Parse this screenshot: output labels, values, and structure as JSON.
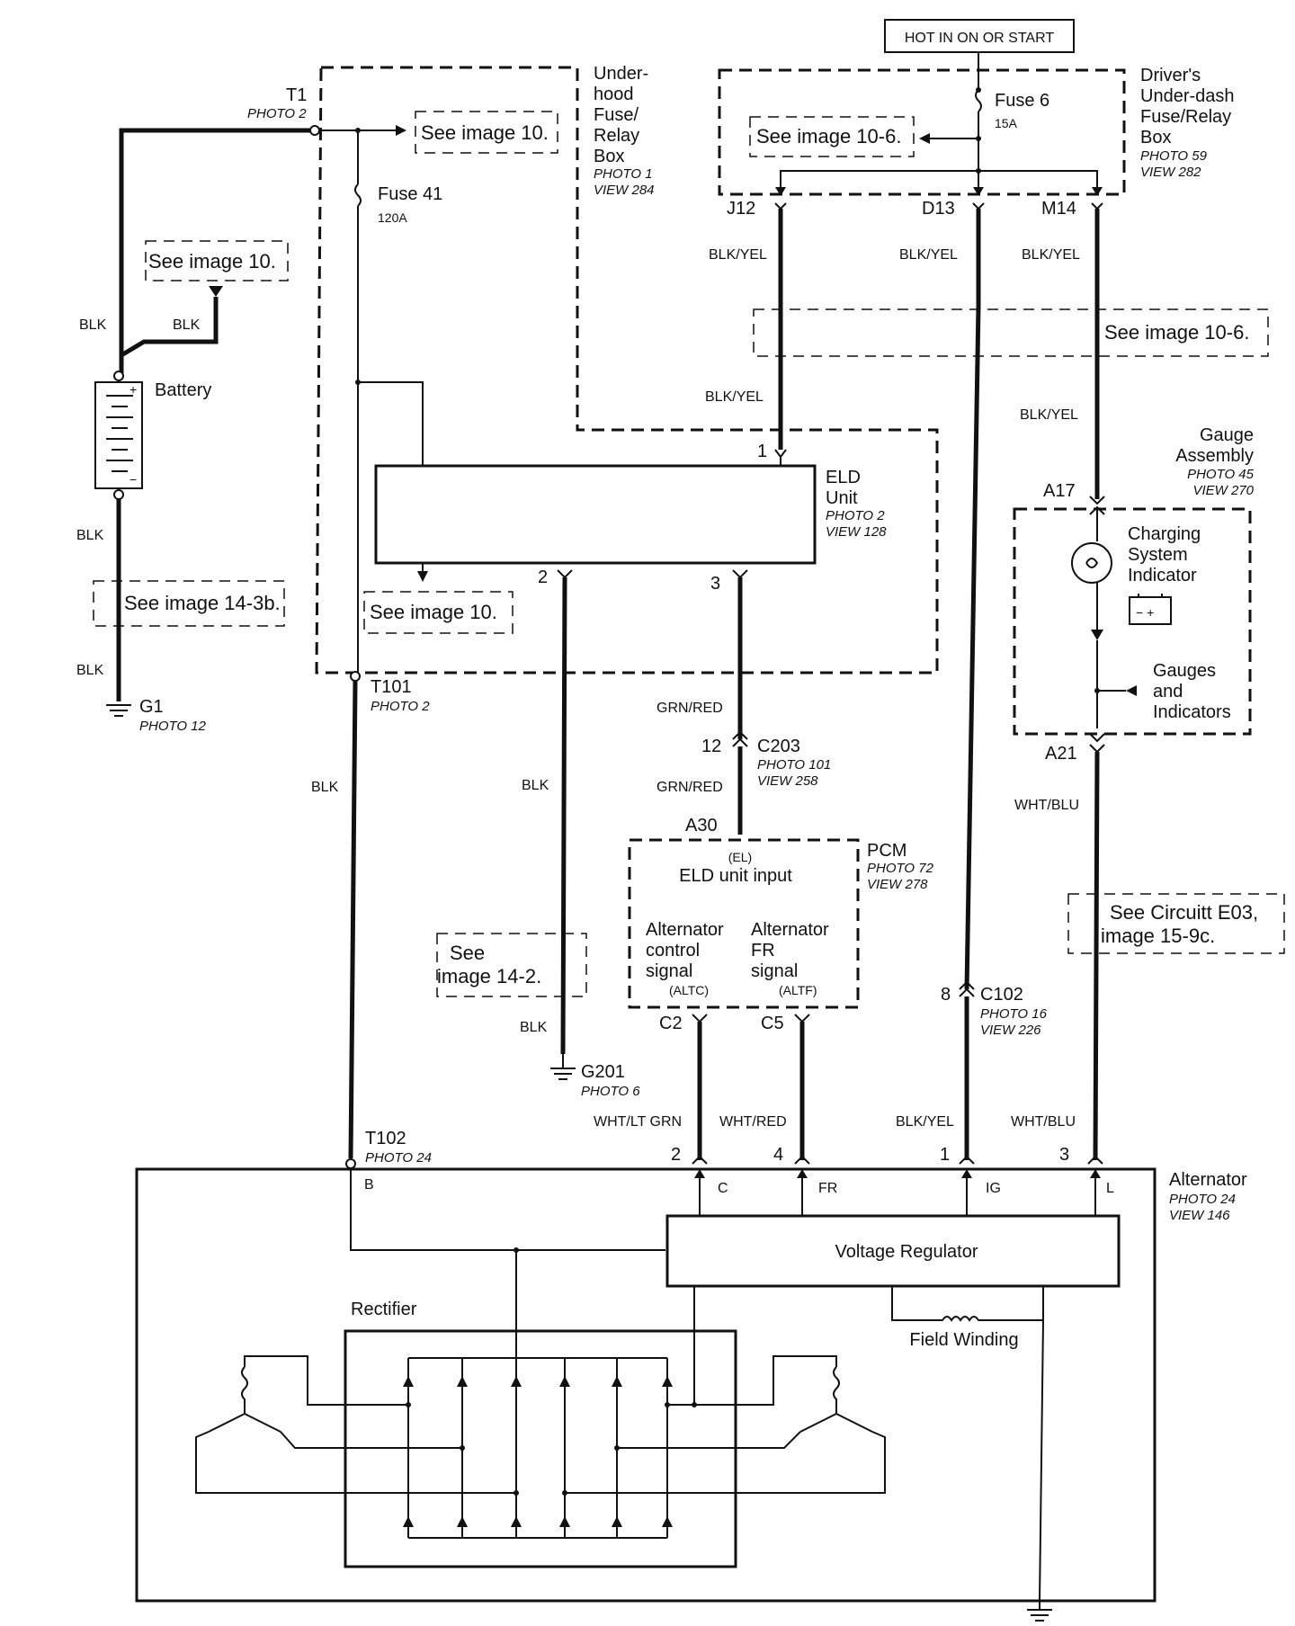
{
  "hot_label": "HOT IN ON OR START",
  "t1": {
    "id": "T1",
    "photo": "PHOTO 2"
  },
  "underhood_box": {
    "lines": [
      "Under-",
      "hood",
      "Fuse/",
      "Relay",
      "Box"
    ],
    "photo": "PHOTO 1",
    "view": "VIEW 284"
  },
  "fuse41": {
    "name": "Fuse 41",
    "rating": "120A"
  },
  "driver_box": {
    "lines": [
      "Driver's",
      "Under-dash",
      "Fuse/Relay",
      "Box"
    ],
    "photo": "PHOTO 59",
    "view": "VIEW 282"
  },
  "fuse6": {
    "name": "Fuse 6",
    "rating": "15A"
  },
  "refs": {
    "t1_arrow": "See image 10.",
    "battery": "See image 10.",
    "fuse_box": "See image 10-6.",
    "ground_g1": "See image 14-3b.",
    "eld": "See image 10.",
    "mid": "See image 10-6.",
    "g201_a": "See",
    "g201_b": "image 14-2.",
    "e03_a": "See Circuitt E03,",
    "e03_b": "image 15-9c."
  },
  "battery_label": "Battery",
  "g1": {
    "id": "G1",
    "photo": "PHOTO 12"
  },
  "wires": {
    "blk": "BLK",
    "blk_yel": "BLK/YEL",
    "grn_red": "GRN/RED",
    "wht_blu": "WHT/BLU",
    "wht_lt_grn": "WHT/LT GRN",
    "wht_red": "WHT/RED"
  },
  "pins": {
    "j12": "J12",
    "d13": "D13",
    "m14": "M14",
    "eld1": "1",
    "eld2": "2",
    "eld3": "3",
    "c203_pin": "12",
    "a30": "A30",
    "a17": "A17",
    "a21": "A21",
    "c2": "C2",
    "c5": "C5",
    "c102_pin": "8",
    "alt2": "2",
    "alt4": "4",
    "alt1": "1",
    "alt3": "3"
  },
  "eld": {
    "lines": [
      "ELD",
      "Unit"
    ],
    "photo": "PHOTO 2",
    "view": "VIEW 128"
  },
  "t101": {
    "id": "T101",
    "photo": "PHOTO 2"
  },
  "t102": {
    "id": "T102",
    "photo": "PHOTO 24"
  },
  "gauge": {
    "lines": [
      "Gauge",
      "Assembly"
    ],
    "photo": "PHOTO 45",
    "view": "VIEW 270",
    "indicator": [
      "Charging",
      "System",
      "Indicator"
    ],
    "gauges": [
      "Gauges",
      "and",
      "Indicators"
    ]
  },
  "c203": {
    "id": "C203",
    "photo": "PHOTO 101",
    "view": "VIEW 258"
  },
  "pcm": {
    "id": "PCM",
    "photo": "PHOTO 72",
    "view": "VIEW 278",
    "el": "(EL)",
    "eld_input": "ELD unit input",
    "altc": [
      "Alternator",
      "control",
      "signal"
    ],
    "altc_code": "(ALTC)",
    "altf": [
      "Alternator",
      "FR",
      "signal"
    ],
    "altf_code": "(ALTF)"
  },
  "c102": {
    "id": "C102",
    "photo": "PHOTO 16",
    "view": "VIEW 226"
  },
  "g201": {
    "id": "G201",
    "photo": "PHOTO 6"
  },
  "alternator": {
    "id": "Alternator",
    "photo": "PHOTO 24",
    "view": "VIEW 146",
    "term_b": "B",
    "term_c": "C",
    "term_fr": "FR",
    "term_ig": "IG",
    "term_l": "L"
  },
  "voltage_regulator": "Voltage Regulator",
  "field_winding": "Field Winding",
  "rectifier": "Rectifier"
}
